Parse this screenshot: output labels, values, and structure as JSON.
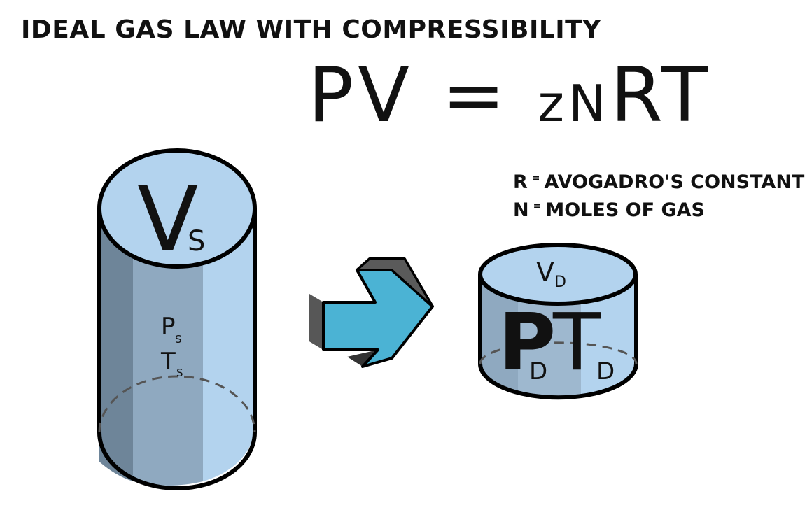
{
  "title": "IDEAL GAS LAW WITH COMPRESSIBILITY",
  "equation": {
    "P": "P",
    "V": "V",
    "eq": "=",
    "z": "z",
    "n": "N",
    "R": "R",
    "T": "T"
  },
  "legend": [
    {
      "symbol": "R",
      "sep": "=",
      "text": "AVOGADRO'S CONSTANT"
    },
    {
      "symbol": "N",
      "sep": "=",
      "text": "MOLES OF GAS"
    }
  ],
  "left_cylinder": {
    "volume": {
      "main": "V",
      "sub": "S"
    },
    "pressure": {
      "main": "P",
      "sub": "S"
    },
    "temperature": {
      "main": "T",
      "sub": "S"
    }
  },
  "right_cylinder": {
    "volume": {
      "main": "V",
      "sub": "D"
    },
    "pressure": {
      "main": "P",
      "sub": "D"
    },
    "temperature": {
      "main": "T",
      "sub": "D"
    }
  },
  "colors": {
    "cylinder_light": "#b3d3ee",
    "cylinder_mid": "#8fa9c0",
    "cylinder_dark": "#6e8599",
    "arrow_face": "#4bb3d4",
    "arrow_side": "#4a4a4a",
    "outline": "#000000"
  }
}
